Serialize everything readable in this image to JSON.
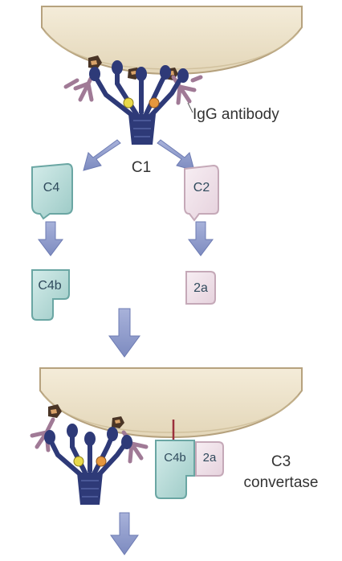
{
  "labels": {
    "antibody": "IgG antibody",
    "c1": "C1",
    "c4": "C4",
    "c2": "C2",
    "c4b": "C4b",
    "c2a": "2a",
    "c4b_complex": "C4b",
    "c2a_complex": "2a",
    "convertase_line1": "C3",
    "convertase_line2": "convertase"
  },
  "colors": {
    "membrane_fill": "#f0e7d2",
    "membrane_edge": "#b6a27e",
    "c1_body": "#2e3a78",
    "antibody": "#a07a96",
    "c4_fill": "#b9ddd9",
    "c4_edge": "#6aa6a3",
    "c2_fill": "#f1e3ea",
    "c2_edge": "#c5a9b8",
    "arrow": "#8c98c8",
    "antigen": "#4a3526"
  }
}
